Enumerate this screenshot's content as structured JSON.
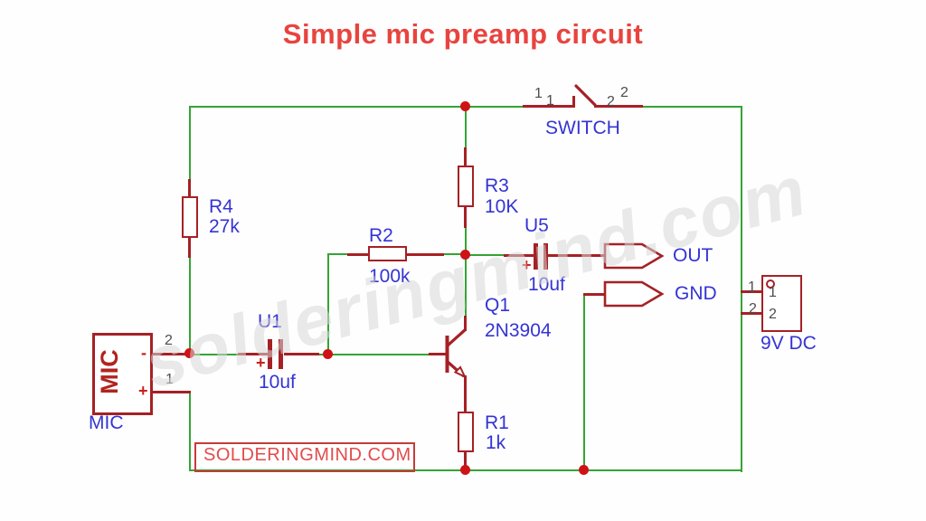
{
  "title": "Simple mic preamp circuit",
  "watermark_text": "solderingmind.com",
  "credit_text": "SOLDERINGMIND.COM",
  "colors": {
    "wire_green": "#35a435",
    "component_red": "#a52125",
    "junction_red": "#ce1216",
    "label_blue": "#3434d4",
    "pin_gray": "#4c4c4c",
    "title_red": "#e8443f",
    "credit_red": "#e14c4c",
    "watermark_gray": "#d7d7d7"
  },
  "components": {
    "r4": {
      "ref": "R4",
      "value": "27k"
    },
    "r3": {
      "ref": "R3",
      "value": "10K"
    },
    "r2": {
      "ref": "R2",
      "value": "100k"
    },
    "r1": {
      "ref": "R1",
      "value": "1k"
    },
    "u1": {
      "ref": "U1",
      "value": "10uf",
      "polarity": "+"
    },
    "u5": {
      "ref": "U5",
      "value": "10uf",
      "polarity": "+"
    },
    "q1": {
      "ref": "Q1",
      "value": "2N3904"
    },
    "mic": {
      "box_label": "MIC",
      "label": "MIC",
      "pin1": "1",
      "pin2": "2",
      "plus": "+",
      "minus": "-"
    },
    "switch": {
      "label": "SWITCH",
      "pin1": "1",
      "pin2": "2"
    },
    "battery": {
      "label": "9V DC",
      "pin1": "1",
      "pin2": "2"
    },
    "out_port": {
      "label": "OUT"
    },
    "gnd_port": {
      "label": "GND"
    }
  }
}
